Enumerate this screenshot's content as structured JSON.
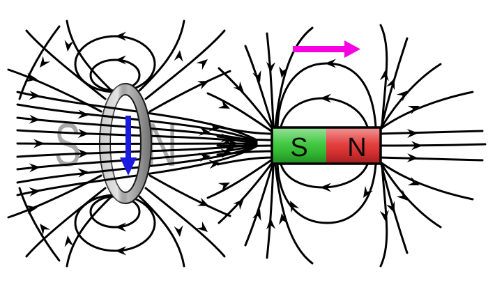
{
  "diagram": {
    "background_color": "#ffffff",
    "field_line_color": "#000000",
    "left_figure": {
      "south_label": "S",
      "north_label": "N",
      "pole_label_color": "#a8a8a8",
      "ring_color": "#b9b9b9",
      "ring_outline_color": "#1c1c1c",
      "current_arrow_color": "#1b1be0",
      "current_arrow_direction": "down"
    },
    "right_figure": {
      "south_label": "S",
      "north_label": "N",
      "south_color": "#33c433",
      "north_color": "#e23030",
      "pole_label_color": "#0a0a0a",
      "magnet_border_color": "#000000",
      "motion_arrow_color": "#f602e2",
      "motion_arrow_direction": "right"
    }
  }
}
